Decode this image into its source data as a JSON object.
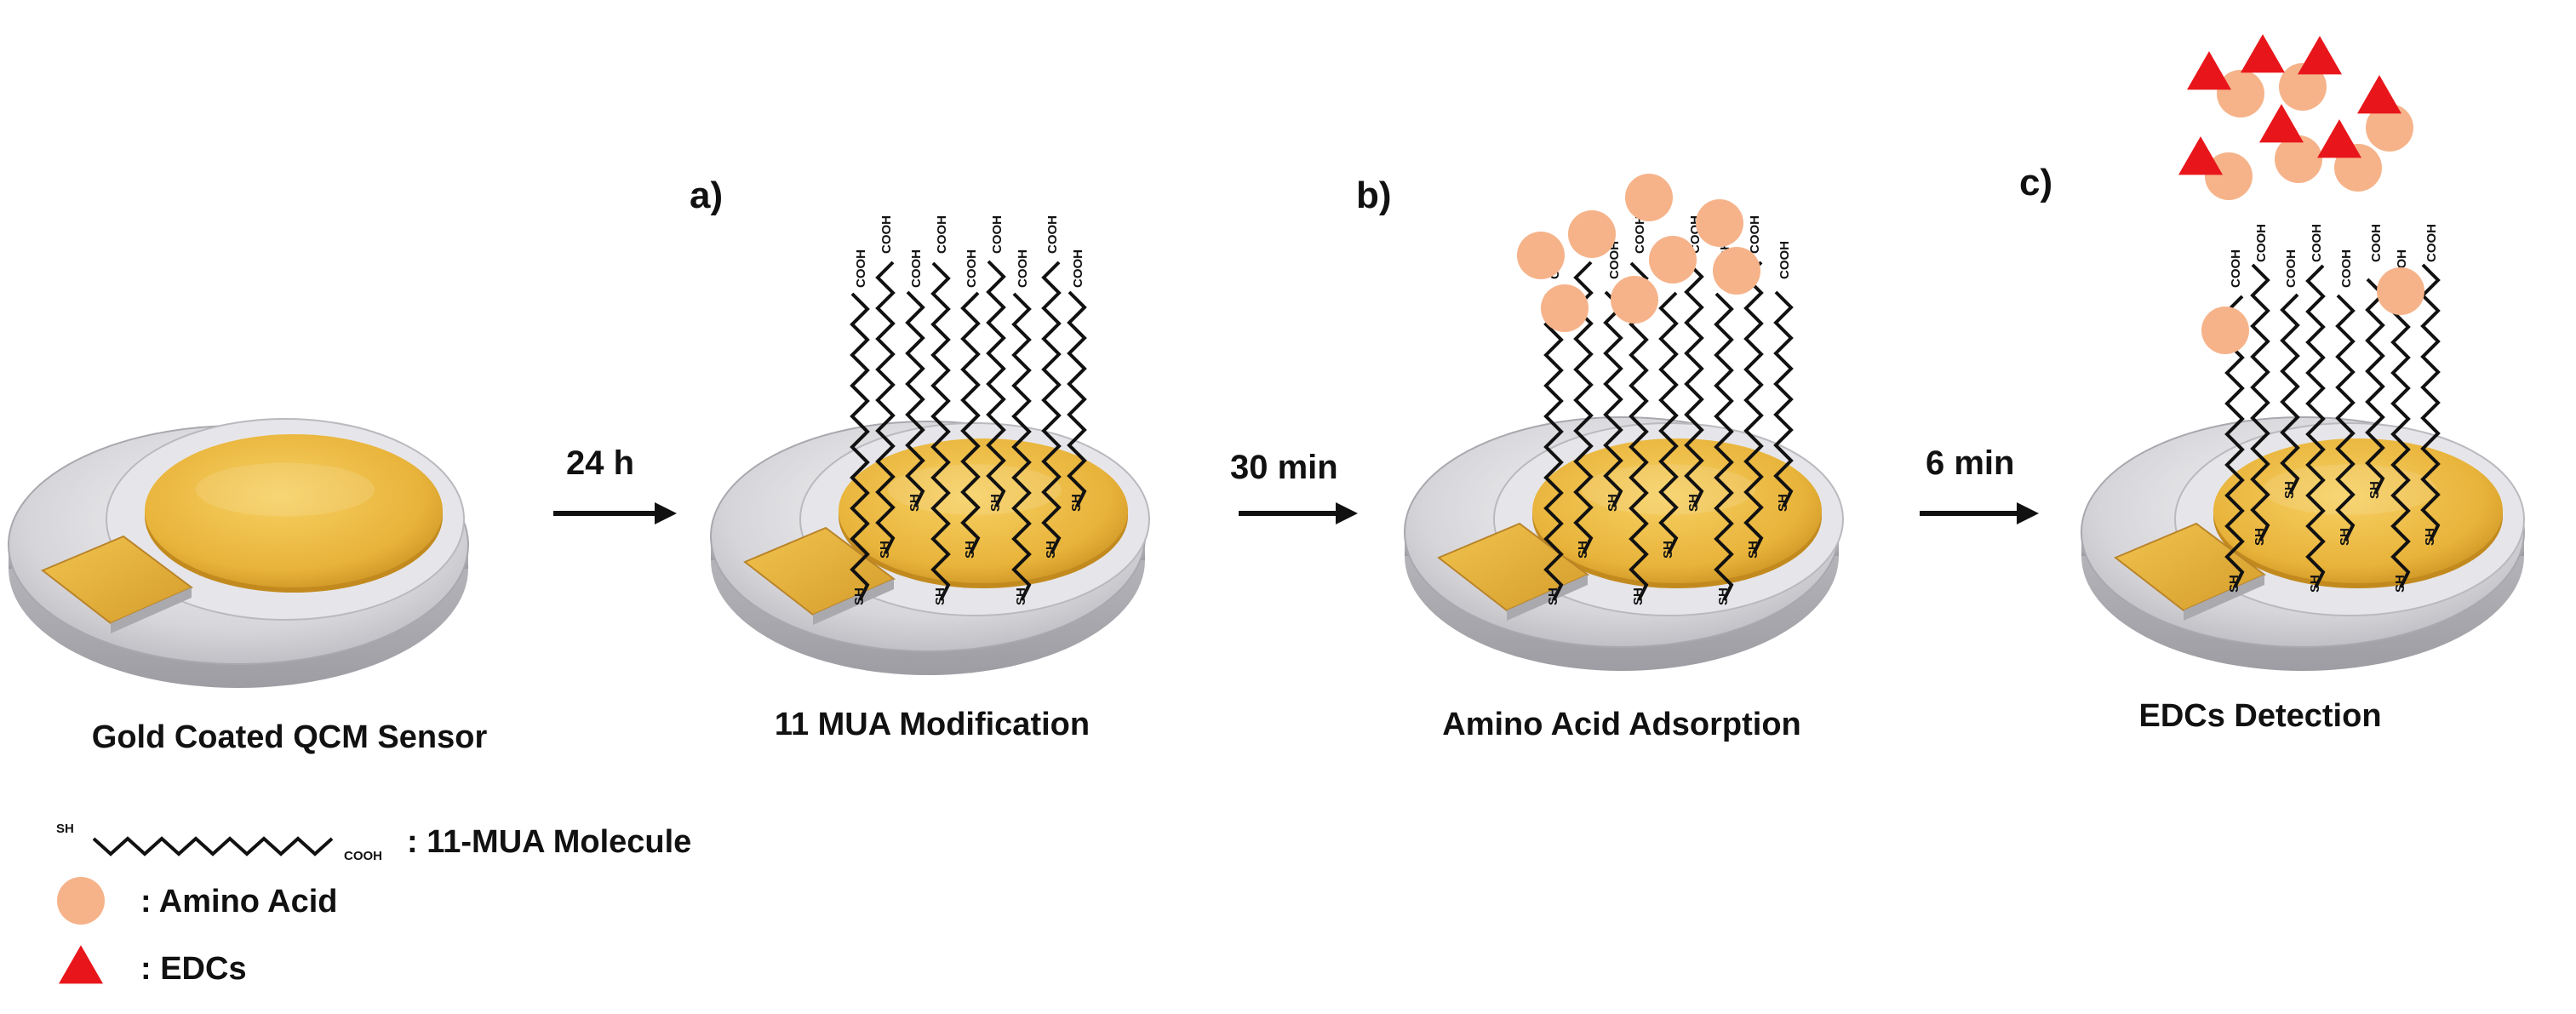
{
  "steps": [
    {
      "caption": "Gold Coated QCM Sensor",
      "panel": ""
    },
    {
      "caption": "11 MUA Modification",
      "panel": "a)"
    },
    {
      "caption": "Amino Acid Adsorption",
      "panel": "b)"
    },
    {
      "caption": "EDCs Detection",
      "panel": "c)"
    }
  ],
  "arrows": [
    {
      "time": "24 h"
    },
    {
      "time": "30 min"
    },
    {
      "time": "6 min"
    }
  ],
  "molecule_tags": {
    "thiol": "SH",
    "carboxyl": "COOH"
  },
  "legend": {
    "mua": {
      "label": ": 11-MUA Molecule",
      "start_tag": "SH",
      "end_tag": "COOH"
    },
    "amino": {
      "label": ": Amino Acid"
    },
    "edc": {
      "label": ": EDCs"
    }
  },
  "colors": {
    "gold": "#e8b33a",
    "gold_light": "#f3c95a",
    "amino_acid": "#f6b38a",
    "edc": "#e8161b",
    "disc": "#d8d8dc"
  }
}
